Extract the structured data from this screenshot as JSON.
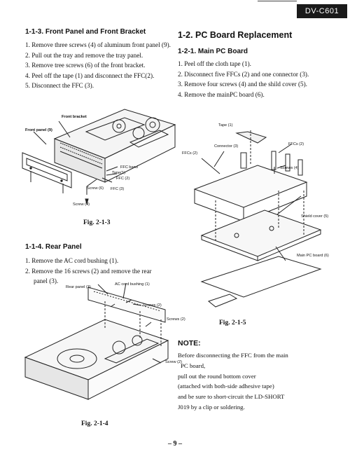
{
  "header": {
    "model_badge": "DV-C601"
  },
  "left": {
    "front_panel": {
      "heading": "1-1-3. Front Panel and Front Bracket",
      "steps": [
        "1. Remove three screws (4) of aluminum front panel (9).",
        "2. Pull out the tray and remove the tray panel.",
        "3. Remove tree screws (6) of the front bracket.",
        "4. Peel off the tape (1) and disconnect the FFC(2).",
        "5. Disconnect the FFC (3)."
      ],
      "labels": {
        "front_bracket": "Front bracket",
        "front_panel": "Front panel (9)",
        "ffc_band": "FFC band",
        "tape": "Tape(1)",
        "ffc2": "FFC (2)",
        "screw6": "Screw (6)",
        "ffc3": "FFC (3)",
        "screw4": "Screw (4)"
      },
      "caption": "Fig. 2-1-3"
    },
    "rear_panel": {
      "heading": "1-1-4. Rear Panel",
      "steps": [
        "1. Remove the AC cord bushing (1).",
        "2. Remove the 16 screws (2) and remove the rear panel (3)."
      ],
      "labels": {
        "rear_panel": "Rear panel (3)",
        "ac_bushing": "AC cord bushing (1)",
        "screws_a": "Screws (2)",
        "screws_b": "Screws (2)",
        "screw_c": "Screw (2)"
      },
      "caption": "Fig. 2-1-4"
    }
  },
  "right": {
    "section_heading": "1-2. PC Board Replacement",
    "main_pc": {
      "heading": "1-2-1. Main PC Board",
      "steps": [
        "1. Peel off the cloth tape (1).",
        "2. Disconnect five FFCs (2) and one connector (3).",
        "3. Remove four screws (4) and the shild cover (5).",
        "4. Remove the mainPC board (6)."
      ],
      "labels": {
        "tape": "Tape (1)",
        "connector": "Connector (3)",
        "ffcs_a": "FFCs (2)",
        "ffcs_b": "FFCs (2)",
        "screws": "Screws (4)",
        "shield": "Shield cover (5)",
        "main_board": "Main PC board (6)"
      },
      "caption": "Fig. 2-1-5"
    },
    "note": {
      "heading": "NOTE:",
      "lines": [
        "Before disconnecting the FFC from the main",
        "PC board,",
        "pull out the round bottom cover",
        "(attached with both-side adhesive tape)",
        "and be sure to short-circuit the LD-SHORT",
        "J019 by a clip or soldering."
      ]
    }
  },
  "footer": {
    "page_number": "– 9 –"
  }
}
